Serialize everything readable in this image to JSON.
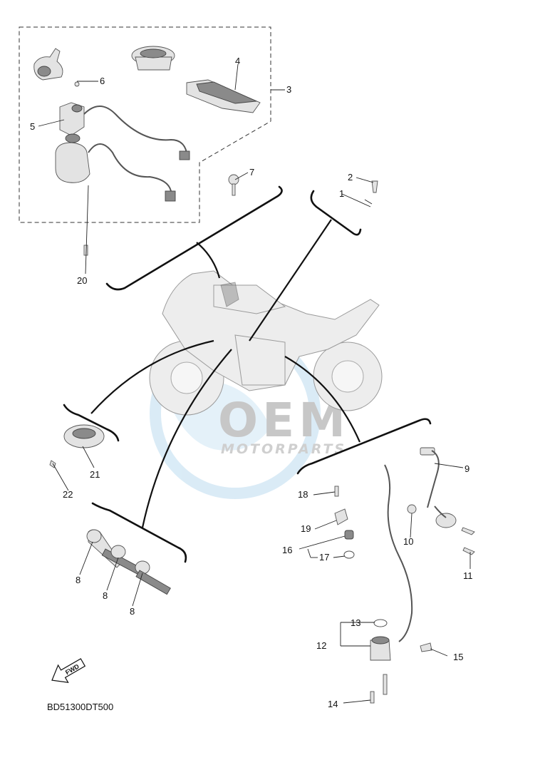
{
  "diagram_code": "BD51300DT500",
  "watermark": {
    "brand": "OEM",
    "sub": "MOTORPARTS"
  },
  "direction_arrow_text": "FWD",
  "callouts": [
    {
      "id": "c1",
      "label": "1"
    },
    {
      "id": "c2",
      "label": "2"
    },
    {
      "id": "c3",
      "label": "3"
    },
    {
      "id": "c4",
      "label": "4"
    },
    {
      "id": "c5",
      "label": "5"
    },
    {
      "id": "c6",
      "label": "6"
    },
    {
      "id": "c7",
      "label": "7"
    },
    {
      "id": "c8a",
      "label": "8"
    },
    {
      "id": "c8b",
      "label": "8"
    },
    {
      "id": "c8c",
      "label": "8"
    },
    {
      "id": "c9",
      "label": "9"
    },
    {
      "id": "c10",
      "label": "10"
    },
    {
      "id": "c11",
      "label": "11"
    },
    {
      "id": "c12",
      "label": "12"
    },
    {
      "id": "c13",
      "label": "13"
    },
    {
      "id": "c14",
      "label": "14"
    },
    {
      "id": "c15",
      "label": "15"
    },
    {
      "id": "c16",
      "label": "16"
    },
    {
      "id": "c17",
      "label": "17"
    },
    {
      "id": "c18",
      "label": "18"
    },
    {
      "id": "c19",
      "label": "19"
    },
    {
      "id": "c20",
      "label": "20"
    },
    {
      "id": "c21",
      "label": "21"
    },
    {
      "id": "c22",
      "label": "22"
    }
  ]
}
